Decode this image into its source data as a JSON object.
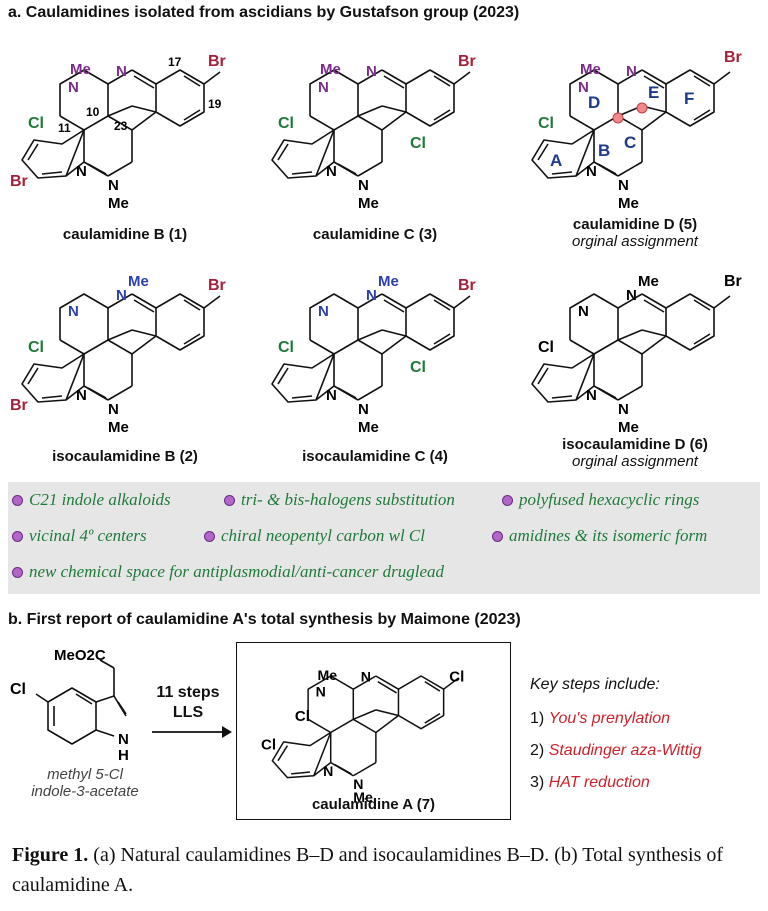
{
  "heading_a": "a. Caulamidines isolated from ascidians by Gustafson group (2023)",
  "heading_b": "b. First report of caulamidine A's total synthesis by Maimone (2023)",
  "atoms": {
    "me": "Me",
    "n": "N",
    "br": "Br",
    "cl": "Cl",
    "h": "H",
    "meo2c": "MeO2C"
  },
  "locants": [
    "17",
    "19",
    "11",
    "10",
    "23"
  ],
  "ring_labels": [
    "A",
    "B",
    "C",
    "D",
    "E",
    "F"
  ],
  "compounds": {
    "caulamidine_b": "caulamidine B (1)",
    "caulamidine_c": "caulamidine C (3)",
    "caulamidine_d": "caulamidine D (5)",
    "isocaulamidine_b": "isocaulamidine B (2)",
    "isocaulamidine_c": "isocaulamidine C (4)",
    "isocaulamidine_d": "isocaulamidine D (6)",
    "caulamidine_a": "caulamidine A (7)",
    "original_assignment": "orginal assignment"
  },
  "features": [
    "C21 indole alkaloids",
    "tri- & bis-halogens substitution",
    "polyfused hexacyclic rings",
    "vicinal 4º centers",
    "chiral neopentyl carbon wl Cl",
    "amidines & its isomeric form",
    "new chemical space for antiplasmodial/anti-cancer druglead"
  ],
  "synthesis": {
    "steps_label": "11 steps",
    "lls_label": "LLS",
    "sm_name_1": "methyl 5-Cl",
    "sm_name_2": "indole-3-acetate",
    "key_steps_title": "Key steps include:",
    "key_steps": [
      {
        "num": "1)",
        "name": "You's prenylation"
      },
      {
        "num": "2)",
        "name": "Staudinger aza-Wittig"
      },
      {
        "num": "3)",
        "name": "HAT reduction"
      }
    ]
  },
  "caption": {
    "label": "Figure 1.",
    "text": "(a) Natural caulamidines B–D and isocaulamidines B–D. (b) Total synthesis of caulamidine A."
  },
  "colors": {
    "bromine": "#a3213a",
    "chlorine": "#1f7a3a",
    "amidine_nitrogen_natural": "#7d2a8c",
    "amidine_nitrogen_iso": "#2a3fb0",
    "ring_label": "#1b3a8a",
    "highlight_dot": "#f08a8a",
    "feature_text": "#1f7a3a",
    "key_step_text": "#d0202a",
    "feature_panel": "#e6e6e6"
  }
}
